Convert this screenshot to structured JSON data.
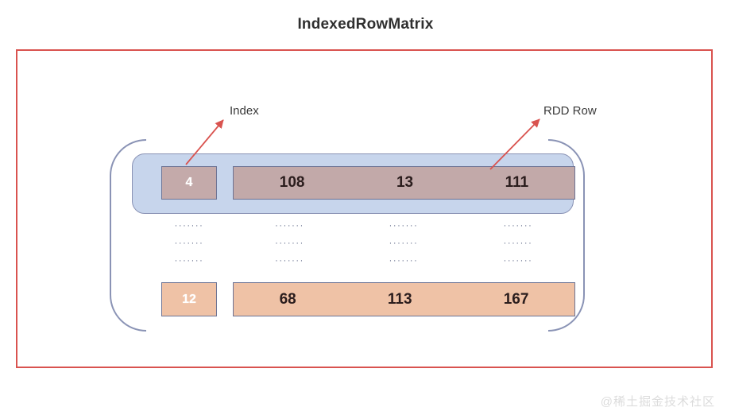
{
  "page": {
    "title": "IndexedRowMatrix",
    "watermark": "@稀土掘金技术社区",
    "accent_red": "#d9534f",
    "bracket_color": "#8a93b5",
    "highlight_blue": "#c7d5ec",
    "row_top_fill": "#c2a9a9",
    "row_bottom_fill": "#efc2a6"
  },
  "callouts": [
    {
      "label": "Index",
      "target": "index-cell-top"
    },
    {
      "label": "RDD Row",
      "target": "values-cell-top"
    }
  ],
  "matrix": {
    "rows": [
      {
        "index": "4",
        "values": [
          "108",
          "13",
          "111"
        ],
        "highlighted": true
      },
      {
        "index": "12",
        "values": [
          "68",
          "113",
          "167"
        ],
        "highlighted": false
      }
    ],
    "ellipsis": {
      "dots": "·······",
      "line_count": 3,
      "column_count": 4
    }
  }
}
